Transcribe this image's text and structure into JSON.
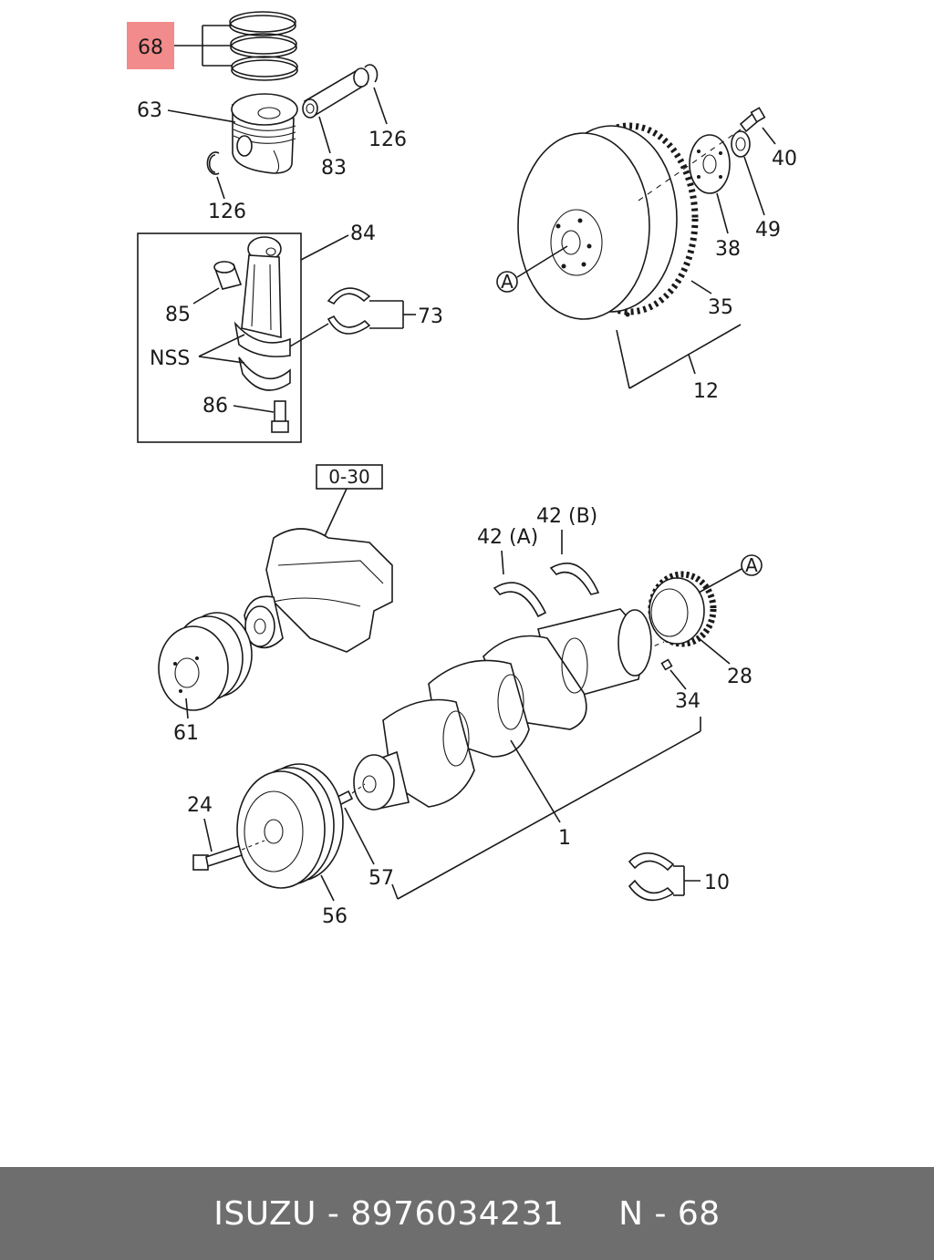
{
  "diagram": {
    "highlight_color": "#f28b8b",
    "labels": {
      "p68": "68",
      "p63": "63",
      "p83": "83",
      "p126a": "126",
      "p126b": "126",
      "p84": "84",
      "p85": "85",
      "p73": "73",
      "nss": "NSS",
      "p86": "86",
      "p40": "40",
      "p49": "49",
      "p38": "38",
      "p35": "35",
      "p12": "12",
      "ref_a1": "A",
      "ref_a2": "A",
      "ref_box": "0-30",
      "p42a": "42 (A)",
      "p42b": "42 (B)",
      "p28": "28",
      "p34": "34",
      "p61": "61",
      "p24": "24",
      "p1": "1",
      "p57": "57",
      "p56": "56",
      "p10": "10"
    }
  },
  "footer": {
    "brand": "ISUZU",
    "part_number": "8976034231",
    "page_ref": "N - 68",
    "text": "ISUZU - 8976034231     N - 68"
  }
}
